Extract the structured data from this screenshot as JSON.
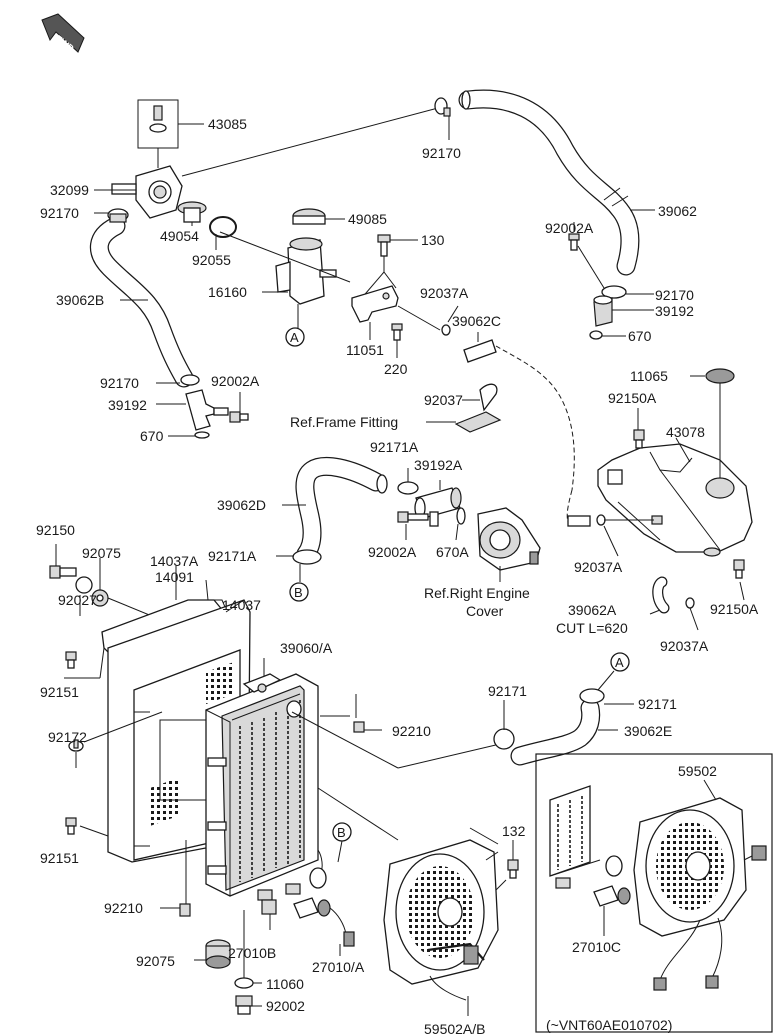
{
  "header": {
    "direction_icon_label": "FWD"
  },
  "markers": {
    "a_top": "A",
    "a_right": "A",
    "b_left": "B",
    "b_right": "B"
  },
  "labels": {
    "p43085": "43085",
    "p92170_top": "92170",
    "p32099": "32099",
    "p92170_left": "92170",
    "p49085": "49085",
    "p49054": "49054",
    "p130": "130",
    "p39062": "39062",
    "p92055": "92055",
    "p16160": "16160",
    "p92002a_top": "92002A",
    "p39062b": "39062B",
    "p92037a_top": "92037A",
    "p39062c": "39062C",
    "p92170_right": "92170",
    "p39192_right": "39192",
    "p670_right": "670",
    "p11051": "11051",
    "p220": "220",
    "p92170_mid": "92170",
    "p92002a_mid": "92002A",
    "p39192_mid": "39192",
    "p670_mid": "670",
    "p11065": "11065",
    "p92037": "92037",
    "p92150a_top": "92150A",
    "ref_frame": "Ref.Frame Fitting",
    "p43078": "43078",
    "p92171a_top": "92171A",
    "p39192a": "39192A",
    "p39062d": "39062D",
    "p92150": "92150",
    "p92002a_low": "92002A",
    "p670a": "670A",
    "p92037a_mid": "92037A",
    "p92075_top": "92075",
    "p14037a": "14037A",
    "p92171a_low": "92171A",
    "p14091": "14091",
    "ref_engine_1": "Ref.Right Engine",
    "ref_engine_2": "Cover",
    "p39062a": "39062A",
    "p92150a_low": "92150A",
    "p92027": "92027",
    "p14037": "14037",
    "cut_length": "CUT L=620",
    "p92037a_low": "92037A",
    "p39060": "39060/A",
    "p92151_top": "92151",
    "p92171_mid": "92171",
    "p92171_right": "92171",
    "p92210_mid": "92210",
    "p92172": "92172",
    "p39062e": "39062E",
    "p59502": "59502",
    "p132": "132",
    "p92151_low": "92151",
    "p92210_low": "92210",
    "p27010c": "27010C",
    "p92075_low": "92075",
    "p27010b": "27010B",
    "p11060": "11060",
    "p27010": "27010/A",
    "p92002": "92002",
    "p59502ab": "59502A/B",
    "inset_note": "(~VNT60AE010702)"
  }
}
